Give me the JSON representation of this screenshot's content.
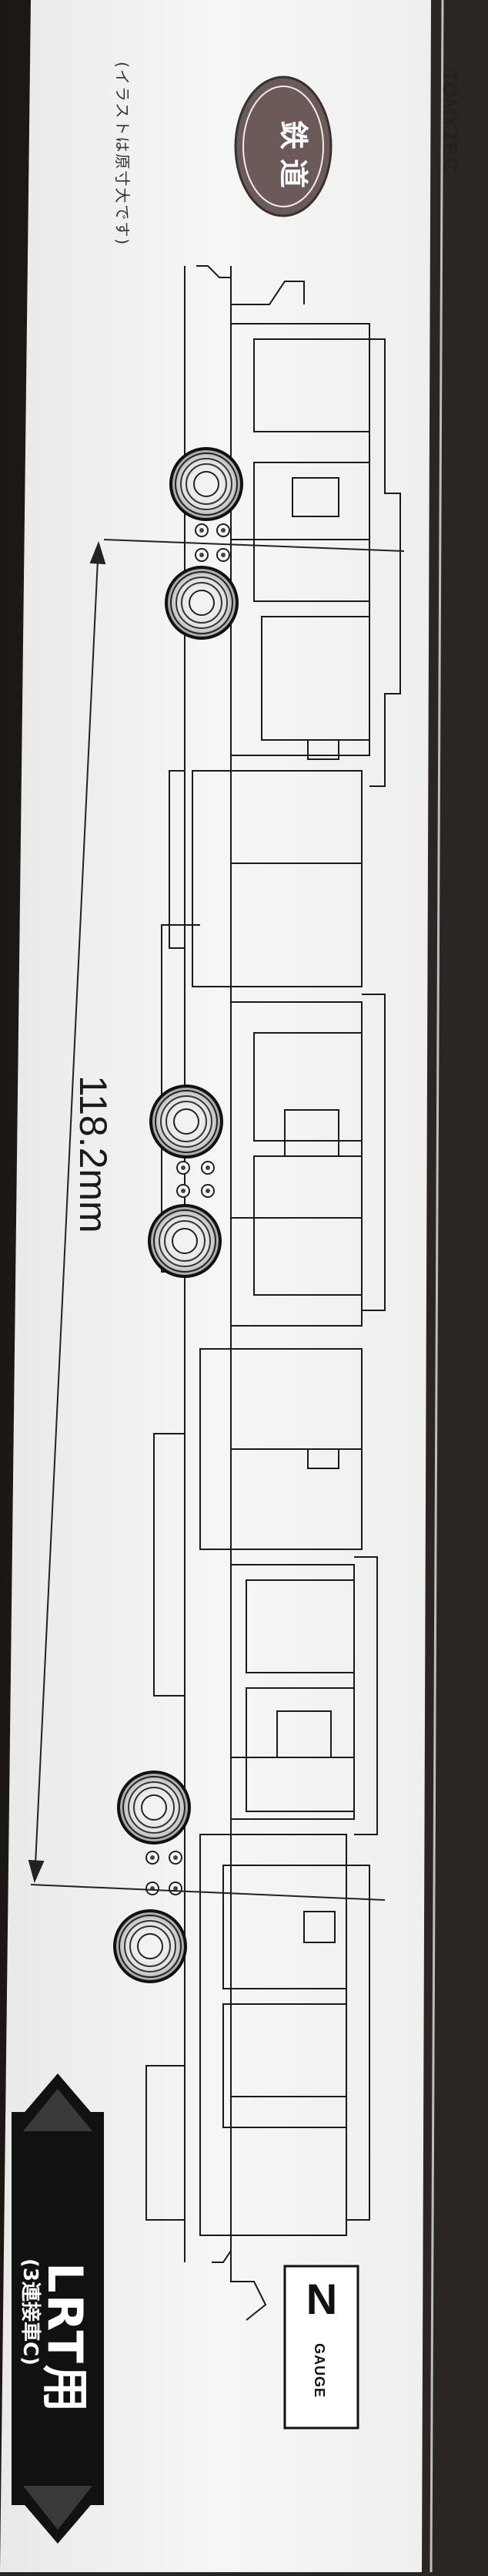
{
  "package": {
    "brand": "TOMYTEC",
    "logo_text": "鉄道",
    "illustration_note": "(イラストは原寸大です)",
    "dimension_label": "118.2mm",
    "scale_letter": "N",
    "scale_word": "GAUGE",
    "product_label": "LRT用",
    "product_sublabel": "(3連接車C)"
  },
  "colors": {
    "box_white": "#f4f4f2",
    "background_dark": "#2a2522",
    "ink": "#1a1a1a",
    "badge_black": "#111111"
  }
}
